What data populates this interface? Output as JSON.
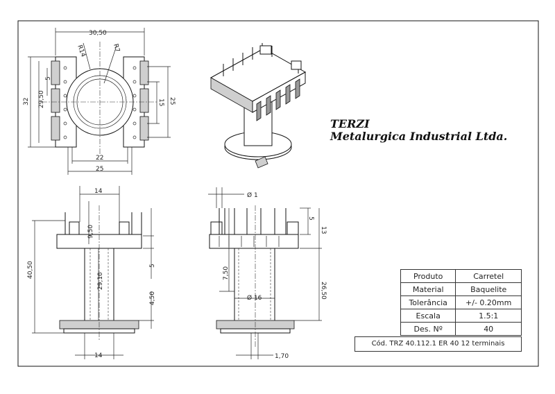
{
  "company": {
    "line1": "TERZI",
    "line2": "Metalurgica Industrial Ltda."
  },
  "title_block": {
    "rows": [
      {
        "label": "Produto",
        "value": "Carretel"
      },
      {
        "label": "Material",
        "value": "Baquelite"
      },
      {
        "label": "Tolerância",
        "value": "+/- 0.20mm"
      },
      {
        "label": "Escala",
        "value": "1.5:1"
      },
      {
        "label": "Des. Nº",
        "value": "40"
      }
    ],
    "code": "Cód. TRZ 40.112.1 ER 40 12 terminais"
  },
  "dimensions": {
    "top_width": "30,50",
    "r_outer": "R14",
    "r_inner": "R7",
    "height_32": "32",
    "height_2950": "29,50",
    "pitch_5": "5",
    "right_15": "15",
    "right_25": "25",
    "bottom_22": "22",
    "bottom_25": "25",
    "front_14_top": "14",
    "front_4050": "40,50",
    "front_950": "9,50",
    "front_2910": "29,10",
    "front_5": "5",
    "front_450": "4,50",
    "front_14_bottom": "14",
    "side_d1": "Ø 1",
    "side_5": "5",
    "side_13": "13",
    "side_750": "7,50",
    "side_d16": "Ø 16",
    "side_2650": "26,50",
    "side_170": "1,70"
  }
}
